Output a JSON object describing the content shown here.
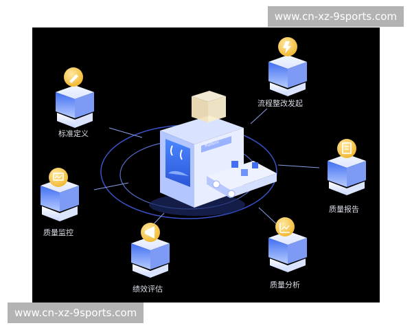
{
  "diagram": {
    "center": {
      "screen_text": "Platform"
    },
    "nodes": [
      {
        "id": "standard-definition",
        "label": "标准定义",
        "icon": "pencil-icon"
      },
      {
        "id": "process-rectification",
        "label": "流程整改发起",
        "icon": "lightning-icon"
      },
      {
        "id": "quality-monitoring",
        "label": "质量监控",
        "icon": "monitor-icon"
      },
      {
        "id": "quality-report",
        "label": "质量报告",
        "icon": "document-icon"
      },
      {
        "id": "performance-evaluation",
        "label": "绩效评估",
        "icon": "megaphone-icon"
      },
      {
        "id": "quality-analysis",
        "label": "质量分析",
        "icon": "chart-icon"
      }
    ]
  },
  "watermarks": {
    "top": "www.cn-xz-9sports.com",
    "bottom": "www.cn-xz-9sports.com"
  },
  "colors": {
    "background": "#000000",
    "cube": "#e9efff",
    "accent": "#3b6cf0",
    "coin": "#f5c342"
  }
}
